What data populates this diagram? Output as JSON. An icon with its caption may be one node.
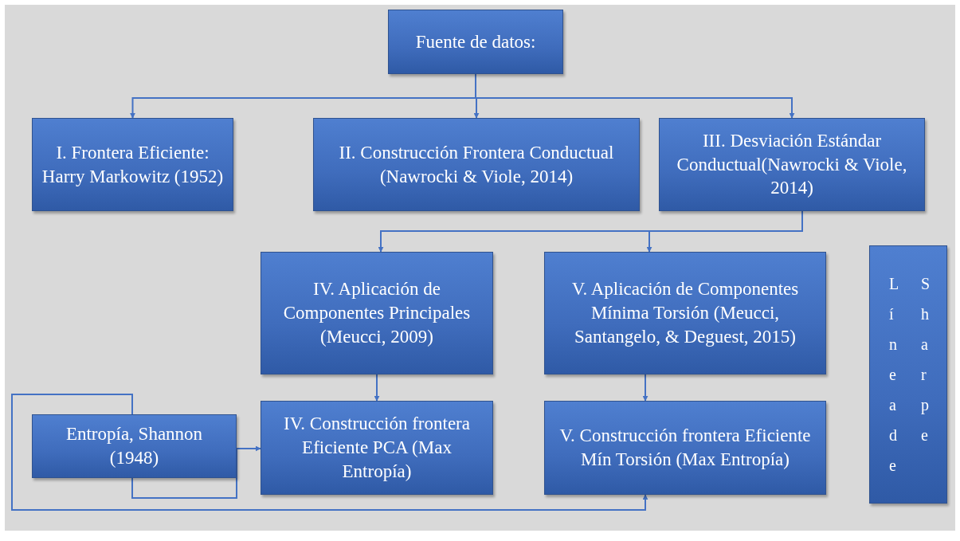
{
  "diagram": {
    "nodes": [
      {
        "text": [
          "Fuente de datos:"
        ]
      },
      {
        "text": [
          "I. Frontera Eficiente: Harry Markowitz (1952)"
        ]
      },
      {
        "text": [
          "II. Construcción Frontera Conductual (Nawrocki & Viole, 2014)"
        ]
      },
      {
        "text": [
          "III. Desviación Estándar Conductual(Nawrocki & Viole, 2014)"
        ]
      },
      {
        "text": [
          "IV. Aplicación de Componentes Principales (Meucci, 2009)"
        ]
      },
      {
        "text": [
          "V. Aplicación de Componentes Mínima Torsión (Meucci, Santangelo, & Deguest, 2015)"
        ]
      },
      {
        "text": [
          "Línea de Sharpe"
        ]
      },
      {
        "text": [
          "Entropía, Shannon (1948)"
        ]
      },
      {
        "text": [
          "IV. Construcción frontera Eficiente PCA (Max Entropía)"
        ]
      },
      {
        "text": [
          "V. Construcción frontera Eficiente Mín Torsión (Max Entropía)"
        ]
      }
    ],
    "edges": [
      {
        "from": 0,
        "to": 1,
        "arrow": "to"
      },
      {
        "from": 0,
        "to": 2,
        "arrow": "to"
      },
      {
        "from": 0,
        "to": 3,
        "arrow": "to"
      },
      {
        "from": 3,
        "to": 4,
        "arrow": "to"
      },
      {
        "from": 3,
        "to": 5,
        "arrow": "to"
      },
      {
        "from": 4,
        "to": 8,
        "arrow": "to"
      },
      {
        "from": 5,
        "to": 9,
        "arrow": "to"
      },
      {
        "from": 7,
        "to": 8,
        "arrow": "to"
      },
      {
        "from": 7,
        "to": 9,
        "arrow": "to"
      }
    ]
  }
}
